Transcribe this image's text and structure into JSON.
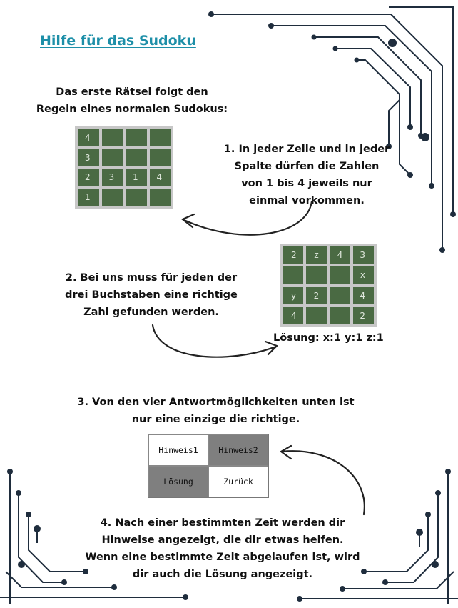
{
  "title": "Hilfe für das Sudoku",
  "intro": {
    "line1": "Das erste Rätsel folgt den",
    "line2": "Regeln eines normalen Sudokus:"
  },
  "rule1": {
    "line1": "1. In jeder Zeile und in jeder",
    "line2": "Spalte dürfen die Zahlen",
    "line3": "von 1 bis 4 jeweils nur",
    "line4": "einmal vorkommen."
  },
  "grid1": {
    "cells": [
      "4",
      "",
      "",
      "",
      "3",
      "",
      "",
      "",
      "2",
      "3",
      "1",
      "4",
      "1",
      "",
      "",
      ""
    ]
  },
  "rule2": {
    "line1": "2. Bei uns muss für jeden der",
    "line2": "drei Buchstaben eine richtige",
    "line3": "Zahl gefunden werden."
  },
  "grid2": {
    "cells": [
      "2",
      "z",
      "4",
      "3",
      "",
      "",
      "",
      "x",
      "y",
      "2",
      "",
      "4",
      "4",
      "",
      "",
      "2"
    ]
  },
  "solution": "Lösung: x:1 y:1 z:1",
  "rule3": {
    "line1": "3. Von den vier Antwortmöglichkeiten unten ist",
    "line2": "nur eine einzige die richtige."
  },
  "buttons": {
    "hint1": "Hinweis1",
    "hint2": "Hinweis2",
    "solution": "Lösung",
    "back": "Zurück"
  },
  "rule4": {
    "line1": "4. Nach einer bestimmten Zeit werden dir",
    "line2": "Hinweise angezeigt, die dir etwas helfen.",
    "line3": "Wenn eine bestimmte Zeit abgelaufen ist, wird",
    "line4": "dir auch die Lösung angezeigt."
  },
  "colors": {
    "title": "#1d8fa8",
    "cell": "#4a6a43",
    "grid_border": "#c7c7c7",
    "circuit": "#1f2d3d",
    "button_dark": "#7f7f7f"
  }
}
